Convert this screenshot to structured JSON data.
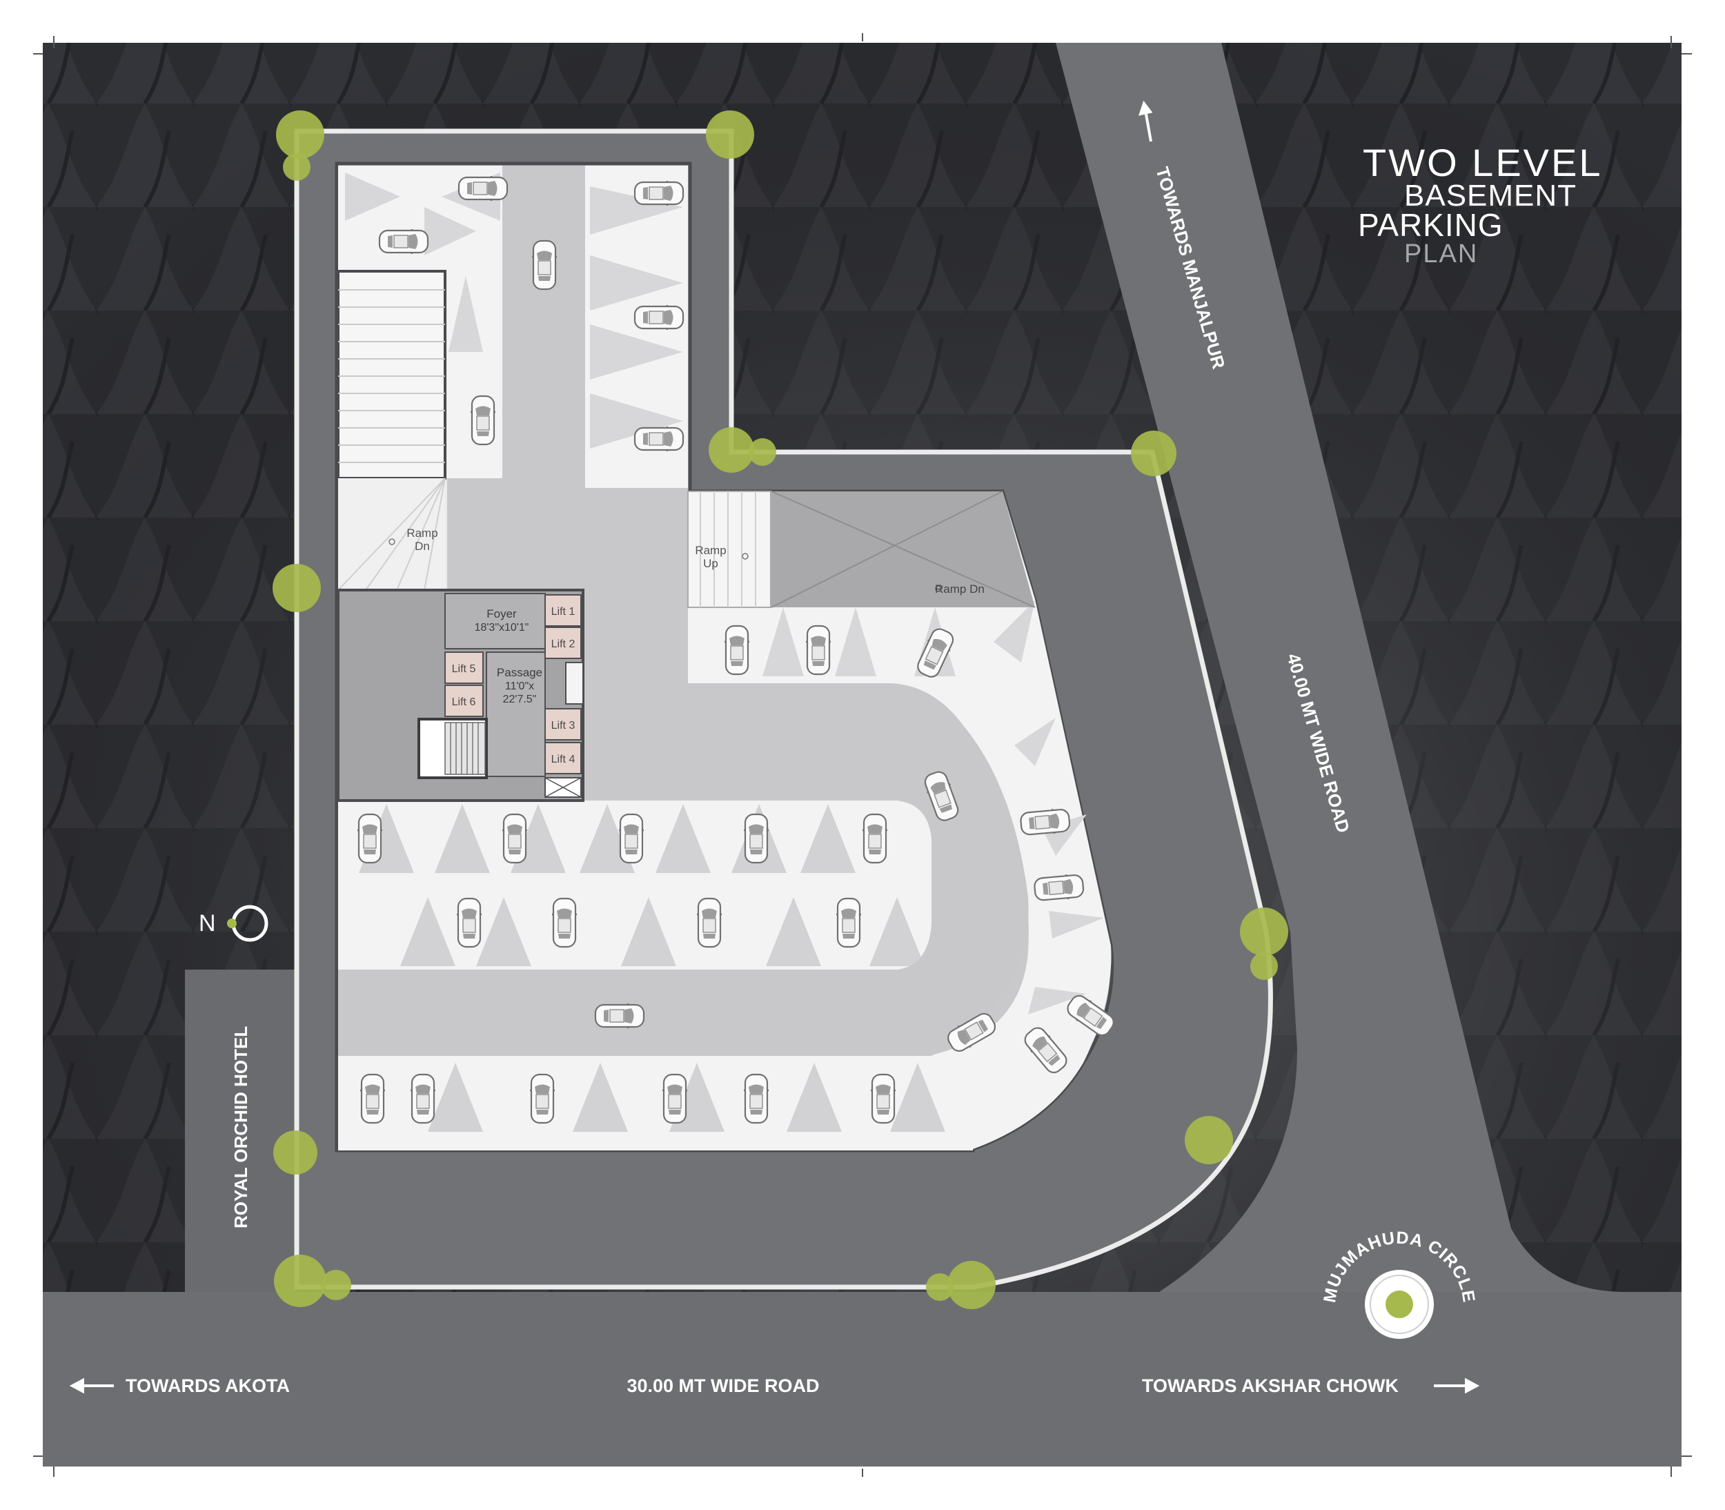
{
  "title": {
    "line1": "TWO LEVEL",
    "line2": "BASEMENT",
    "line3": "PARKING",
    "line4": "PLAN"
  },
  "roads": {
    "towards_manjalpur": "TOWARDS MANJALPUR",
    "road_40m": "40.00 MT WIDE ROAD",
    "road_30m": "30.00 MT WIDE ROAD",
    "towards_akota": "TOWARDS AKOTA",
    "towards_akshar_chowk": "TOWARDS AKSHAR CHOWK",
    "royal_orchid_hotel": "ROYAL ORCHID HOTEL",
    "mujmahuda_circle": "MUJMAHUDA CIRCLE"
  },
  "north": "N",
  "rooms": {
    "ramp_dn_left": [
      "Ramp",
      "Dn"
    ],
    "ramp_up": [
      "Ramp",
      "Up"
    ],
    "ramp_dn_right": "Ramp Dn",
    "foyer": [
      "Foyer",
      "18'3\"x10'1\""
    ],
    "passage": [
      "Passage",
      "11'0\"x",
      "22'7.5\""
    ],
    "lifts": [
      "Lift 1",
      "Lift 2",
      "Lift 3",
      "Lift 4",
      "Lift 5",
      "Lift 6"
    ]
  },
  "colors": {
    "background": "#2b2c30",
    "road": "#6e6f72",
    "driveway": "#c8c8ca",
    "parking_bay": "#f2f2f2",
    "tree": "#a6b94c",
    "boundary": "#f0f0f0",
    "lift": "#e6d3cc"
  },
  "icons": [
    "car-icon",
    "tree-icon",
    "north-arrow-icon",
    "direction-arrow-icon"
  ]
}
